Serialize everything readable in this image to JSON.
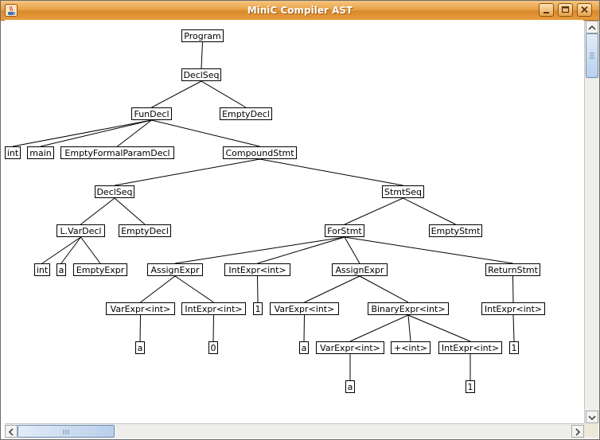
{
  "window": {
    "title": "MiniC Compiler AST",
    "app_icon": "java-cup-icon",
    "controls": [
      "minimize-icon",
      "maximize-icon",
      "close-icon"
    ],
    "colors": {
      "titlebar": "#e9a247",
      "node_border": "#000000",
      "edge": "#000000",
      "scroll_thumb": "#b9cfe9"
    }
  },
  "tree": {
    "n_program": "Program",
    "n_declseq_top": "DeclSeq",
    "n_fundecl": "FunDecl",
    "n_emptydecl_top": "EmptyDecl",
    "n_int_type": "int",
    "n_main": "main",
    "n_emptyformal": "EmptyFormalParamDecl",
    "n_compound": "CompoundStmt",
    "n_declseq_inner": "DeclSeq",
    "n_stmtseq": "StmtSeq",
    "n_lvardecl": "L.VarDecl",
    "n_emptydecl_inner": "EmptyDecl",
    "n_forstmt": "ForStmt",
    "n_emptystmt": "EmptyStmt",
    "n_var_int": "int",
    "n_var_a": "a",
    "n_emptyexpr": "EmptyExpr",
    "n_assign1": "AssignExpr",
    "n_intexpr_cond": "IntExpr<int>",
    "n_assign2": "AssignExpr",
    "n_returnstmt": "ReturnStmt",
    "n_varexpr1": "VarExpr<int>",
    "n_intexpr1": "IntExpr<int>",
    "n_lit_1a": "1",
    "n_varexpr2": "VarExpr<int>",
    "n_binaryexpr": "BinaryExpr<int>",
    "n_intexpr_ret": "IntExpr<int>",
    "n_a1": "a",
    "n_0": "0",
    "n_a2": "a",
    "n_varexpr3": "VarExpr<int>",
    "n_plus": "+<int>",
    "n_intexpr2": "IntExpr<int>",
    "n_lit_1b": "1",
    "n_a3": "a",
    "n_lit_1c": "1"
  }
}
